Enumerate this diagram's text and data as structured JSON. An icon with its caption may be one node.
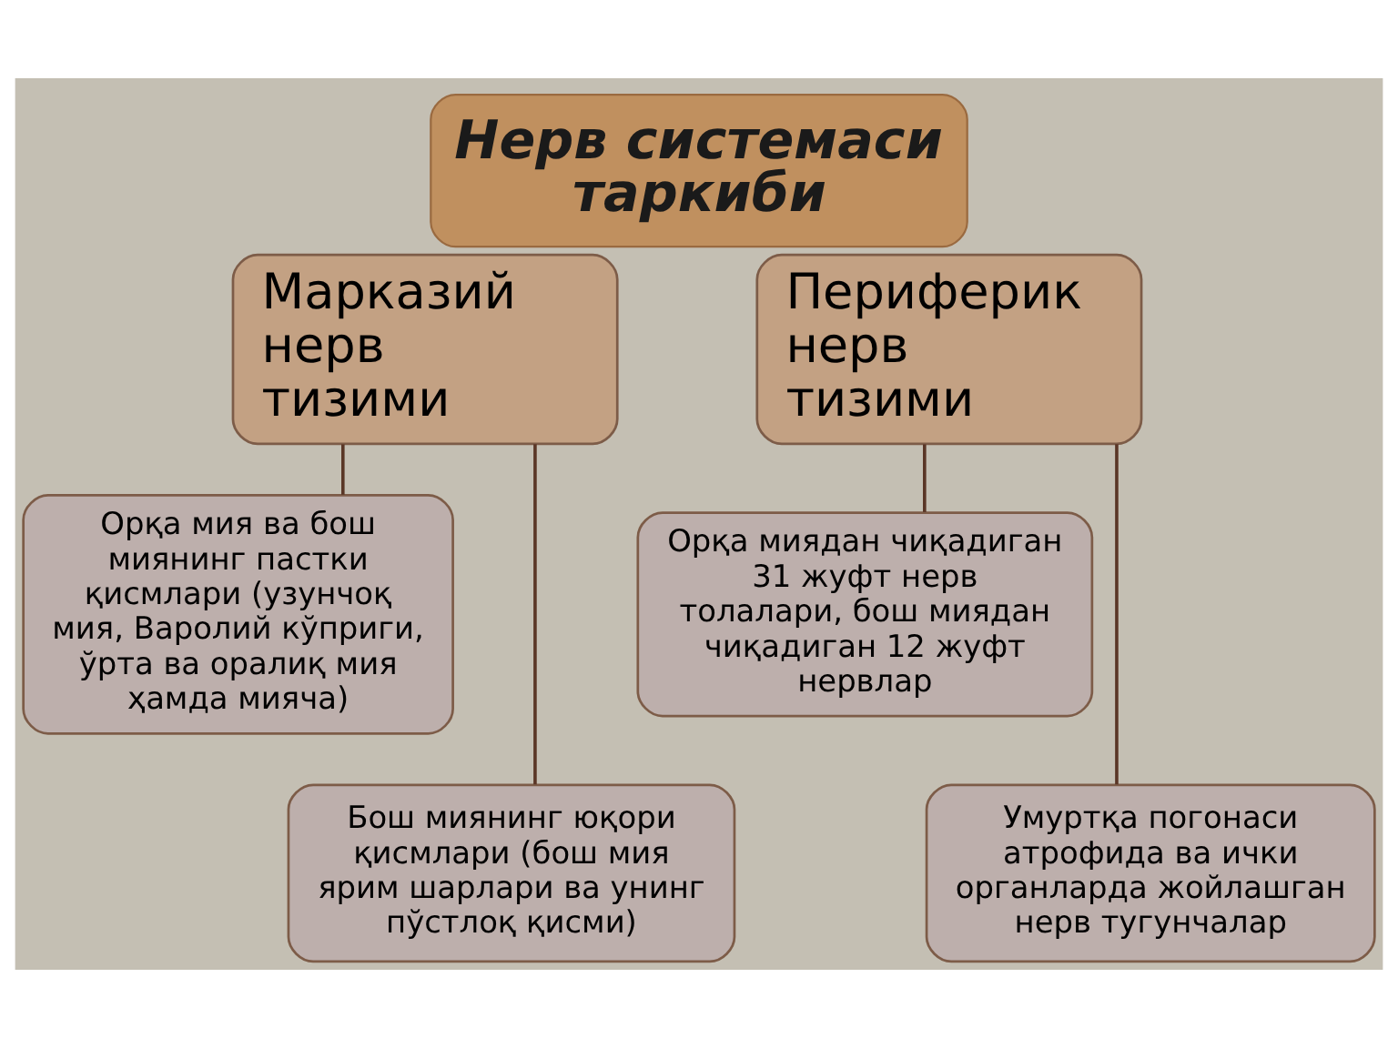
{
  "diagram": {
    "title": "Нерв системаси таркиби",
    "nodes": [
      {
        "text": [
          "Марказий нерв тизими"
        ]
      },
      {
        "text": [
          "Периферик нерв тизими"
        ]
      },
      {
        "text": [
          "Орқа мия ва бош миянинг пастки қисмлари (узунчоқ мия, Варолий кўприги, ўрта ва оралиқ мия ҳамда мияча)"
        ]
      },
      {
        "text": [
          "Бош миянинг юқори қисмлари (бош мия ярим шарлари ва унинг пўстлоқ қисми)"
        ]
      },
      {
        "text": [
          "Орқа миядан чиқадиган 31 жуфт нерв толалари, бош миядан чиқадиган 12 жуфт нервлар"
        ]
      },
      {
        "text": [
          "Умуртқа погонаси атрофида ва ички органларда жойлашган нерв тугунчалар"
        ]
      }
    ],
    "edges": [
      {
        "from": 0,
        "to": 2,
        "arrow": "none"
      },
      {
        "from": 0,
        "to": 3,
        "arrow": "none"
      },
      {
        "from": 1,
        "to": 4,
        "arrow": "none"
      },
      {
        "from": 1,
        "to": 5,
        "arrow": "none"
      }
    ]
  }
}
